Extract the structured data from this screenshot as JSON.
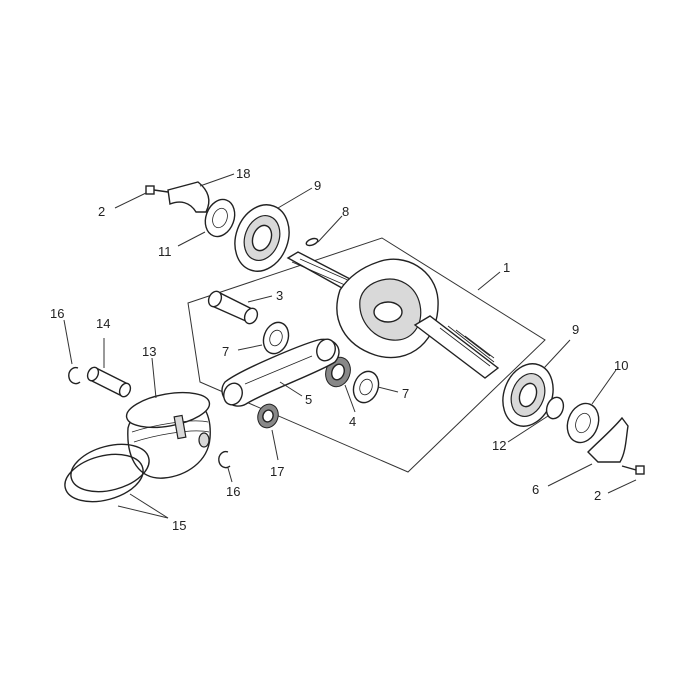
{
  "callouts": {
    "c1": "1",
    "c2a": "2",
    "c2b": "2",
    "c3": "3",
    "c4": "4",
    "c5": "5",
    "c6": "6",
    "c7a": "7",
    "c7b": "7",
    "c8": "8",
    "c9a": "9",
    "c9b": "9",
    "c10": "10",
    "c11": "11",
    "c12": "12",
    "c13": "13",
    "c14": "14",
    "c15": "15",
    "c16a": "16",
    "c16b": "16",
    "c17": "17",
    "c18": "18"
  },
  "colors": {
    "line": "#222222",
    "shade": "#d9d9d9",
    "background": "#ffffff"
  }
}
